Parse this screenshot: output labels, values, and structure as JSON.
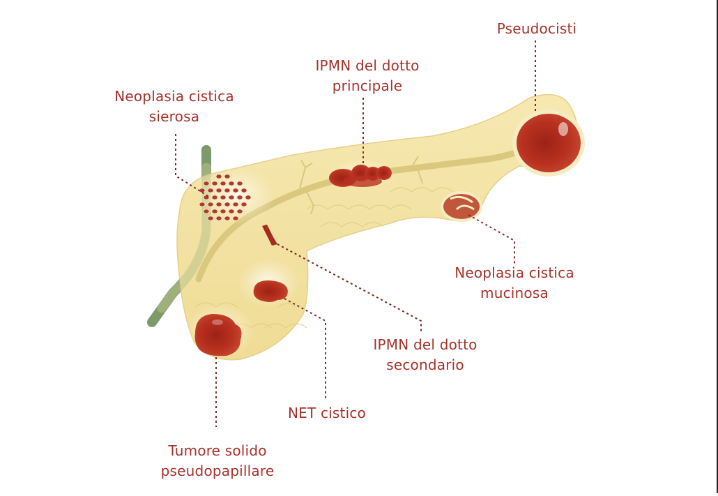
{
  "diagram": {
    "subject": "pancreas",
    "colors": {
      "label_text": "#a5322a",
      "leader_line": "#7a2a26",
      "pancreas_fill": "#f3e3a4",
      "pancreas_shadow": "#e4cd83",
      "duct": "#d8c77c",
      "bile_duct": "#7d9a6a",
      "lesion": "#b8311f",
      "lesion_dark": "#8e1f14",
      "cluster_white": "#fbf6e6"
    },
    "labels": [
      {
        "id": "pseudocisti",
        "lines": [
          "Pseudocisti"
        ]
      },
      {
        "id": "ipmn-principale",
        "lines": [
          "IPMN del dotto",
          "principale"
        ]
      },
      {
        "id": "neoplasia-sierosa",
        "lines": [
          "Neoplasia cistica",
          "sierosa"
        ]
      },
      {
        "id": "neoplasia-mucinosa",
        "lines": [
          "Neoplasia cistica",
          "mucinosa"
        ]
      },
      {
        "id": "ipmn-secondario",
        "lines": [
          "IPMN del dotto",
          "secondario"
        ]
      },
      {
        "id": "net-cistico",
        "lines": [
          "NET cistico"
        ]
      },
      {
        "id": "tumore-spp",
        "lines": [
          "Tumore solido",
          "pseudopapillare"
        ]
      }
    ]
  }
}
